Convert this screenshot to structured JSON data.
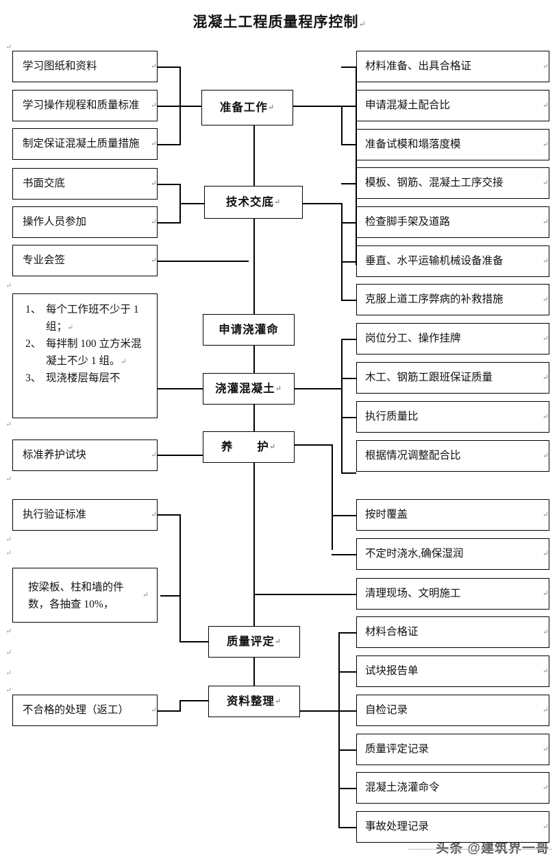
{
  "title": "混凝土工程质量程序控制",
  "pilcrow": "↵",
  "watermark": "头条 @建筑界一哥",
  "spine": [
    {
      "id": "prep",
      "label": "准备工作"
    },
    {
      "id": "tech",
      "label": "技术交底"
    },
    {
      "id": "apply",
      "label": "申请浇灌命"
    },
    {
      "id": "pour",
      "label": "浇灌混凝土"
    },
    {
      "id": "cure",
      "label": "养　　护"
    },
    {
      "id": "assess",
      "label": "质量评定"
    },
    {
      "id": "archive",
      "label": "资料整理"
    }
  ],
  "left_items": [
    {
      "id": "l1",
      "label": "学习图纸和资料"
    },
    {
      "id": "l2",
      "label": "学习操作规程和质量标准"
    },
    {
      "id": "l3",
      "label": "制定保证混凝土质量措施"
    },
    {
      "id": "l4",
      "label": "书面交底"
    },
    {
      "id": "l5",
      "label": "操作人员参加"
    },
    {
      "id": "l6",
      "label": "专业会签"
    },
    {
      "id": "l8",
      "label": "标准养护试块"
    },
    {
      "id": "l9",
      "label": "执行验证标准"
    },
    {
      "id": "l11",
      "label": "不合格的处理（返工）"
    }
  ],
  "left_note": {
    "id": "l7",
    "lines": [
      {
        "num": "1、",
        "text": "每个工作班不少于 1 组；"
      },
      {
        "num": "2、",
        "text": "每拌制 100 立方米混凝土不少 1 组。"
      },
      {
        "num": "3、",
        "text": "现浇楼层每层不"
      }
    ]
  },
  "left_note2": {
    "id": "l10",
    "text": "按梁板、柱和墙的件数，各抽查 10%，"
  },
  "right_items": [
    {
      "id": "r1",
      "label": "材料准备、出具合格证"
    },
    {
      "id": "r2",
      "label": "申请混凝土配合比"
    },
    {
      "id": "r3",
      "label": "准备试模和塌落度模"
    },
    {
      "id": "r4",
      "label": "模板、钢筋、混凝土工序交接"
    },
    {
      "id": "r5",
      "label": "检查脚手架及道路"
    },
    {
      "id": "r6",
      "label": "垂直、水平运输机械设备准备"
    },
    {
      "id": "r7",
      "label": "克服上道工序弊病的补救措施"
    },
    {
      "id": "r8",
      "label": "岗位分工、操作挂牌"
    },
    {
      "id": "r9",
      "label": "木工、钢筋工跟班保证质量"
    },
    {
      "id": "r10",
      "label": "执行质量比"
    },
    {
      "id": "r11",
      "label": "根据情况调整配合比"
    },
    {
      "id": "r12",
      "label": "按时覆盖"
    },
    {
      "id": "r13",
      "label": "不定时浇水,确保湿润"
    },
    {
      "id": "r14",
      "label": "清理现场、文明施工"
    },
    {
      "id": "r15",
      "label": "材料合格证"
    },
    {
      "id": "r16",
      "label": "试块报告单"
    },
    {
      "id": "r17",
      "label": "自检记录"
    },
    {
      "id": "r18",
      "label": "质量评定记录"
    },
    {
      "id": "r19",
      "label": "混凝土浇灌命令"
    },
    {
      "id": "r20",
      "label": "事故处理记录"
    }
  ],
  "colors": {
    "line": "#000000",
    "text": "#111111",
    "background": "#ffffff"
  }
}
